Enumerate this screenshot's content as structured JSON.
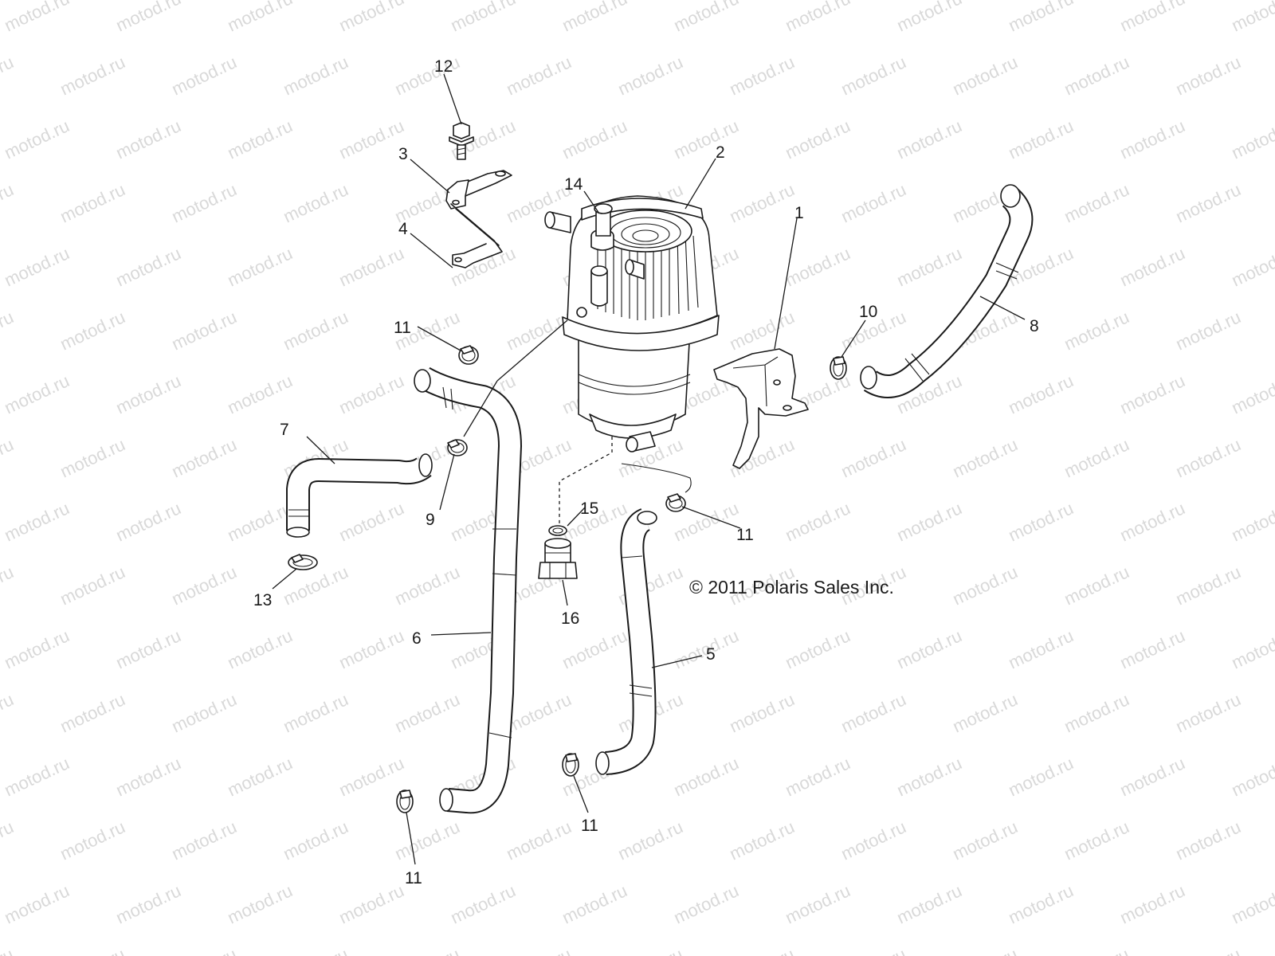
{
  "watermark": {
    "text": "motod.ru"
  },
  "copyright": "© 2011 Polaris Sales Inc.",
  "callouts": [
    {
      "id": "c1",
      "label": "1"
    },
    {
      "id": "c2",
      "label": "2"
    },
    {
      "id": "c3",
      "label": "3"
    },
    {
      "id": "c4",
      "label": "4"
    },
    {
      "id": "c5",
      "label": "5"
    },
    {
      "id": "c6",
      "label": "6"
    },
    {
      "id": "c7",
      "label": "7"
    },
    {
      "id": "c8",
      "label": "8"
    },
    {
      "id": "c9",
      "label": "9"
    },
    {
      "id": "c10",
      "label": "10"
    },
    {
      "id": "c11a",
      "label": "11"
    },
    {
      "id": "c11b",
      "label": "11"
    },
    {
      "id": "c11c",
      "label": "11"
    },
    {
      "id": "c11d",
      "label": "11"
    },
    {
      "id": "c12",
      "label": "12"
    },
    {
      "id": "c13",
      "label": "13"
    },
    {
      "id": "c14",
      "label": "14"
    },
    {
      "id": "c15",
      "label": "15"
    },
    {
      "id": "c16",
      "label": "16"
    }
  ]
}
